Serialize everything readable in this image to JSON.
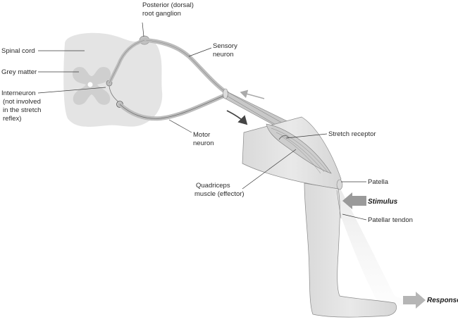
{
  "labels": {
    "ganglion": [
      "Posterior (dorsal)",
      "root ganglion"
    ],
    "spinal_cord": "Spinal cord",
    "sensory_neuron": [
      "Sensory",
      "neuron"
    ],
    "grey_matter": "Grey matter",
    "interneuron": [
      "Interneuron",
      "(not involved",
      "in the stretch",
      "reflex)"
    ],
    "motor_neuron": [
      "Motor",
      "neuron"
    ],
    "stretch_receptor": "Stretch receptor",
    "quadriceps": [
      "Quadriceps",
      "muscle (effector)"
    ],
    "patella": "Patella",
    "stimulus": "Stimulus",
    "patellar_tendon": "Patellar tendon",
    "response": "Response"
  },
  "colors": {
    "tissue": "#e4e4e4",
    "grey_matter": "#cfcfcf",
    "nerve": "#bdbdbd",
    "outline": "#8a8a8a",
    "arrow": "#9a9a9a",
    "motor_arrow": "#444444"
  }
}
